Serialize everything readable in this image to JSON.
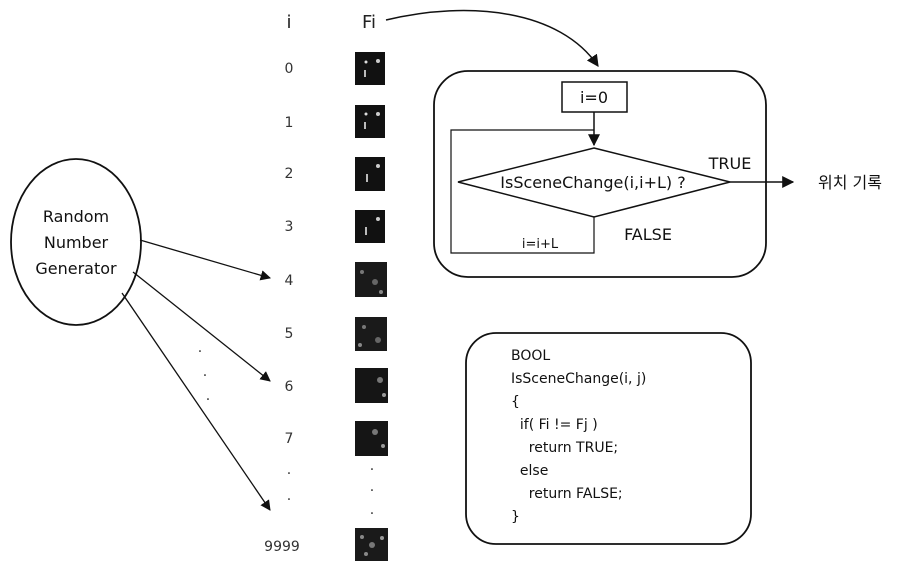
{
  "header": {
    "index_label": "i",
    "frame_label": "Fi"
  },
  "frames": {
    "indices": [
      "0",
      "1",
      "2",
      "3",
      "4",
      "5",
      "6",
      "7"
    ],
    "ellipsis": ".",
    "last_index": "9999",
    "dark_color": "#111111"
  },
  "generator": {
    "line1": "Random",
    "line2": "Number",
    "line3": "Generator"
  },
  "flowchart": {
    "init": "i=0",
    "condition": "IsSceneChange(i,i+L) ?",
    "true_label": "TRUE",
    "false_label": "FALSE",
    "increment": "i=i+L",
    "result": "위치 기록"
  },
  "code": {
    "lines": [
      "BOOL",
      "IsSceneChange(i, j)",
      "{",
      "  if( Fi != Fj )",
      "    return TRUE;",
      "  else",
      "    return FALSE;",
      "}"
    ]
  }
}
